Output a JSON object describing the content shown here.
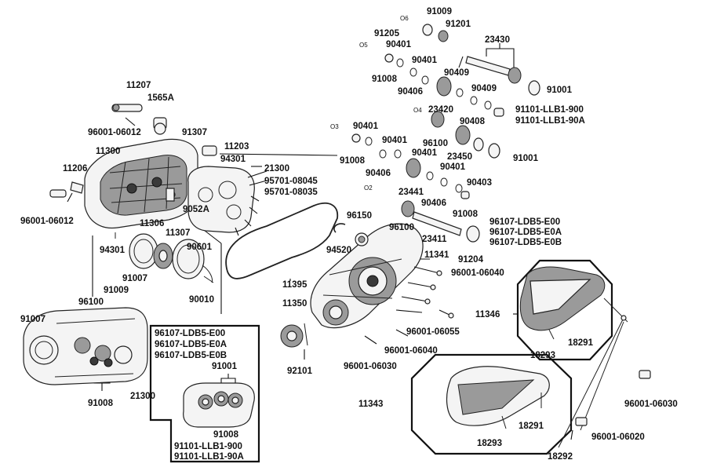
{
  "labels": {
    "l91009": "91009",
    "lO6": "O6",
    "l91205": "91205",
    "l91201": "91201",
    "l90401a": "90401",
    "lO5": "O5",
    "l23430": "23430",
    "l90401b": "90401",
    "l91008a": "91008",
    "l90409a": "90409",
    "l90406a": "90406",
    "l90409b": "90409",
    "l91001a": "91001",
    "l91101a": "91101-LLB1-900",
    "l91101b": "91101-LLB1-90A",
    "lO4": "O4",
    "l23420": "23420",
    "l90408": "90408",
    "lO3": "O3",
    "l90401c": "90401",
    "l90401d": "90401",
    "l96100a": "96100",
    "l23450": "23450",
    "l91001b": "91001",
    "l91008b": "91008",
    "l90401e": "90401",
    "l90406b": "90406",
    "l90401f": "90401",
    "l90403": "90403",
    "lO2": "O2",
    "l23441": "23441",
    "l90406c": "90406",
    "l91008c": "91008",
    "l96107a": "96107-LDB5-E00",
    "l96107b": "96107-LDB5-E0A",
    "l96107c": "96107-LDB5-E0B",
    "l96100b": "96100",
    "l23411": "23411",
    "l91204": "91204",
    "l11207": "11207",
    "l1565A": "1565A",
    "l96001_06012a": "96001-06012",
    "l91307": "91307",
    "l11203": "11203",
    "l11300": "11300",
    "l94301a": "94301",
    "l21300a": "21300",
    "l11206": "11206",
    "l95701a": "95701-08045",
    "l95701b": "95701-08035",
    "l9052A": "9052A",
    "l96001_06012b": "96001-06012",
    "l96150": "96150",
    "l11306": "11306",
    "l11307": "11307",
    "l94520": "94520",
    "l11341": "11341",
    "l94301b": "94301",
    "l90601": "90601",
    "l96001_06040a": "96001-06040",
    "l91007a": "91007",
    "l91009b": "91009",
    "l11395": "11395",
    "l96100c": "96100",
    "l90010": "90010",
    "l11346": "11346",
    "l11350": "11350",
    "l91007b": "91007",
    "l96001_06055": "96001-06055",
    "l18291a": "18291",
    "l18293a": "18293",
    "l96001_06040b": "96001-06040",
    "l96001_06030a": "96001-06030",
    "l92101": "92101",
    "l96107d": "96107-LDB5-E00",
    "l96107e": "96107-LDB5-E0A",
    "l96107f": "96107-LDB5-E0B",
    "l91001c": "91001",
    "l91008d": "91008",
    "l21300b": "21300",
    "l11343": "11343",
    "l96001_06030b": "96001-06030",
    "l18291b": "18291",
    "l91008e": "91008",
    "l18293b": "18293",
    "l96001_06020": "96001-06020",
    "l91101c": "91101-LLB1-900",
    "l91101d": "91101-LLB1-90A",
    "l18292": "18292"
  },
  "colors": {
    "line": "#111111",
    "part_fill": "#f4f4f4",
    "part_shade": "#9a9a9a",
    "part_dark": "#3a3a3a",
    "background": "#ffffff"
  }
}
